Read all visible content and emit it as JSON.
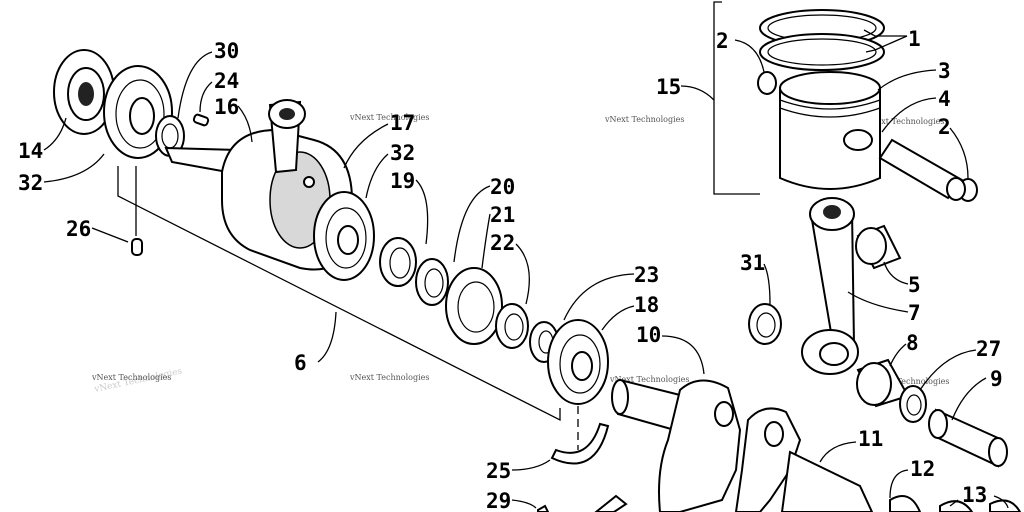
{
  "callouts": {
    "c1": "1",
    "c2a": "2",
    "c2b": "2",
    "c3": "3",
    "c4": "4",
    "c5": "5",
    "c6": "6",
    "c7": "7",
    "c8": "8",
    "c9": "9",
    "c10": "10",
    "c11": "11",
    "c12": "12",
    "c13": "13",
    "c14": "14",
    "c15": "15",
    "c16": "16",
    "c17": "17",
    "c18": "18",
    "c19": "19",
    "c20": "20",
    "c21": "21",
    "c22": "22",
    "c23": "23",
    "c24": "24",
    "c25": "25",
    "c26": "26",
    "c27": "27",
    "c29": "29",
    "c30": "30",
    "c31": "31",
    "c32a": "32",
    "c32b": "32"
  },
  "watermark": "vNext Technologies"
}
